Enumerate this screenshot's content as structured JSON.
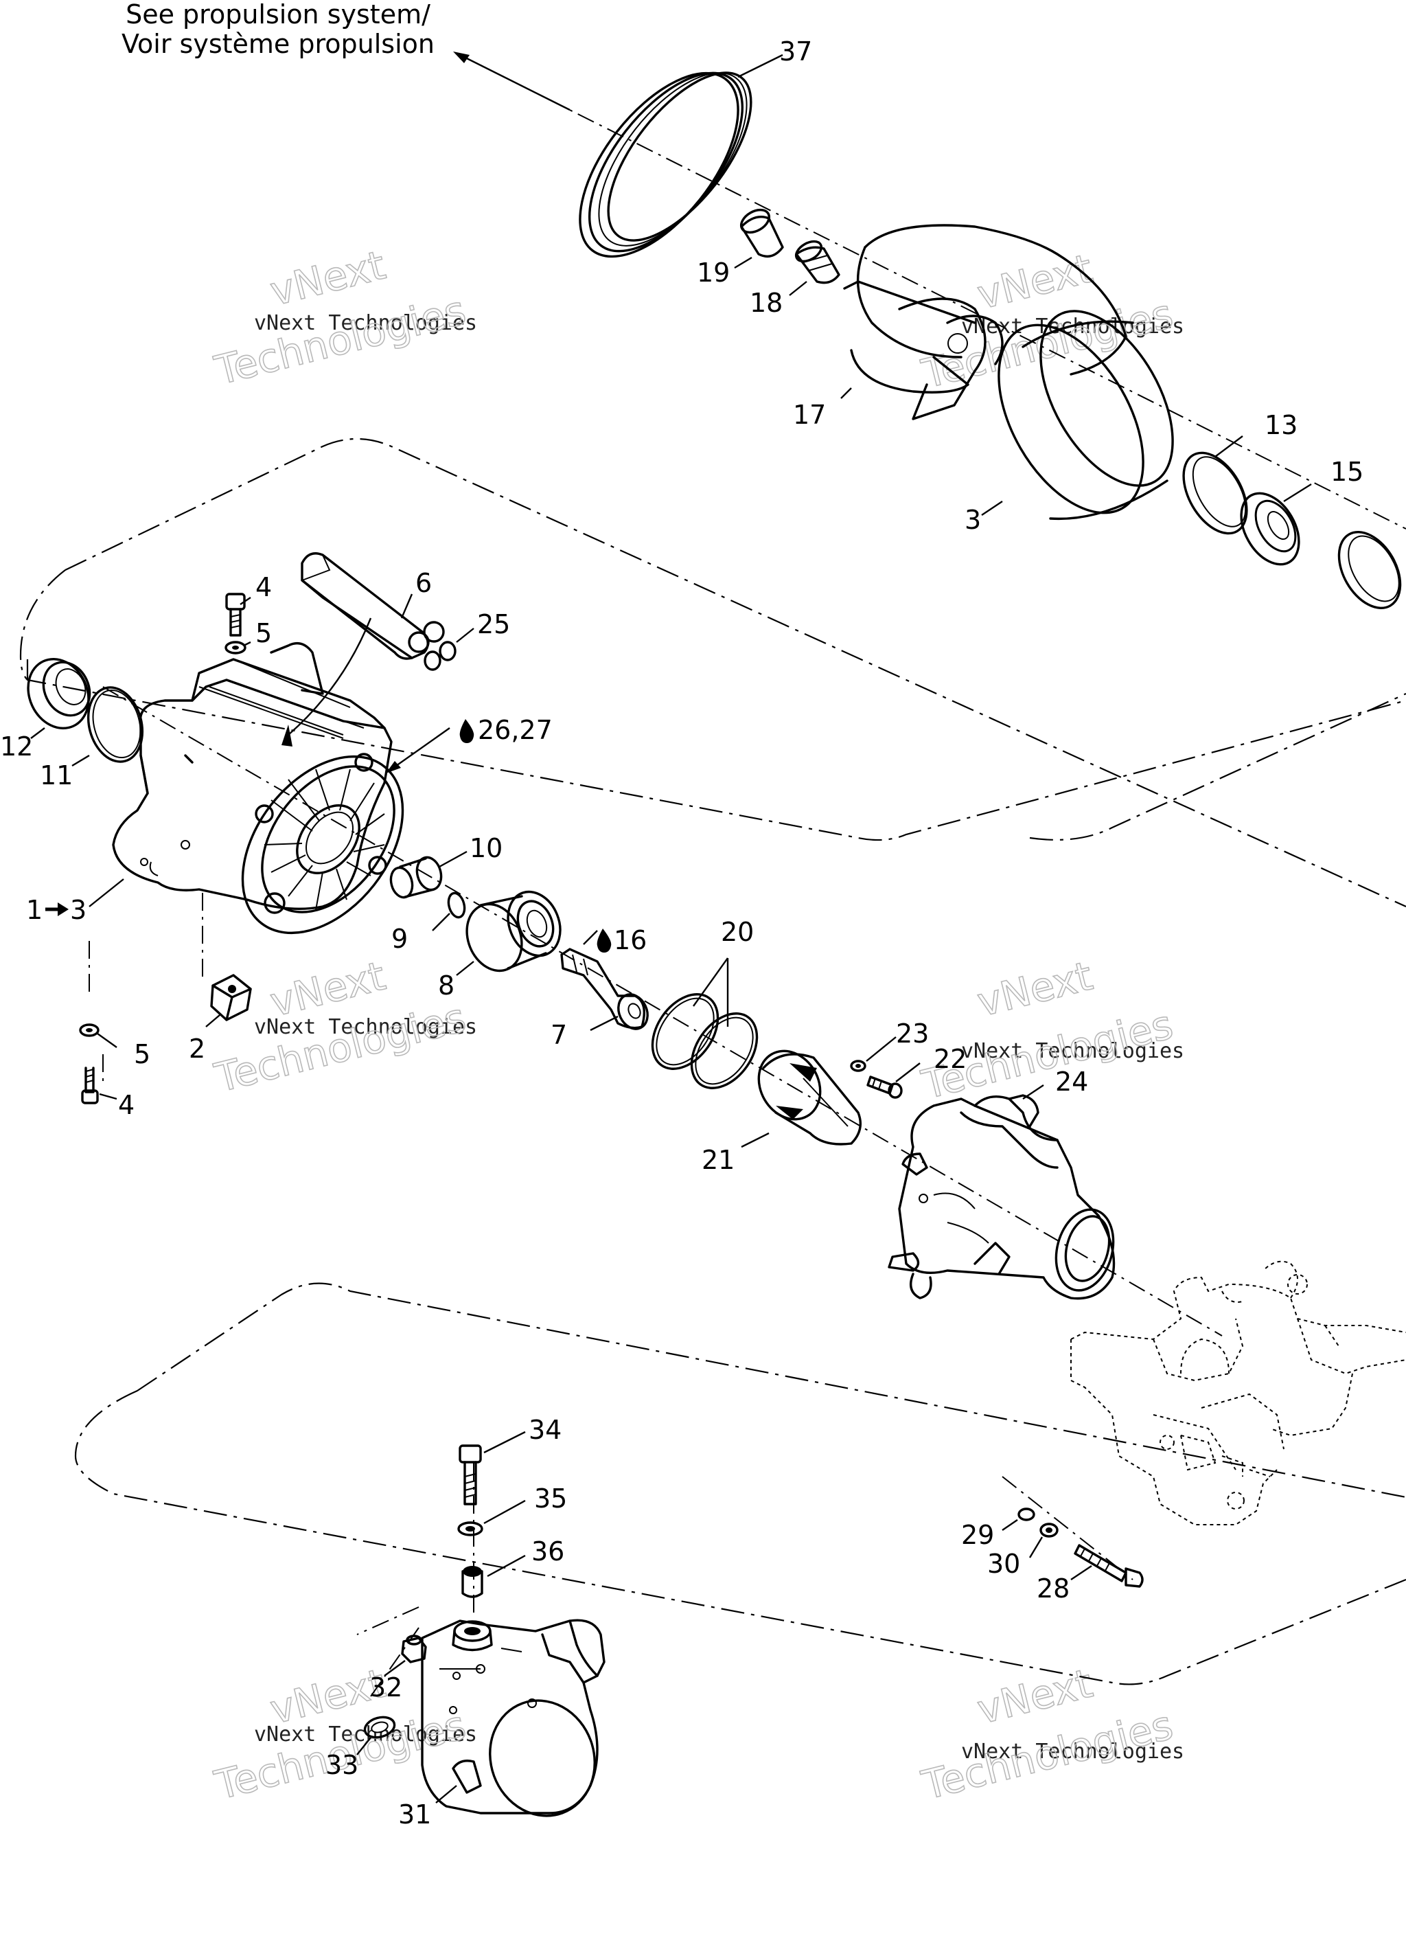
{
  "note": {
    "line1": "See propulsion system/",
    "line2": "Voir système propulsion"
  },
  "labels": {
    "p37": "37",
    "p19": "19",
    "p18": "18",
    "p17": "17",
    "p3a": "3",
    "p13": "13",
    "p15": "15",
    "p6": "6",
    "p4a": "4",
    "p5a": "5",
    "p25": "25",
    "p12": "12",
    "p11": "11",
    "p26": "26,27",
    "p10": "10",
    "p1": "1",
    "p1b": "3",
    "p9": "9",
    "p16": "16",
    "p20": "20",
    "p8": "8",
    "p2": "2",
    "p5b": "5",
    "p4b": "4",
    "p7": "7",
    "p23": "23",
    "p22": "22",
    "p24": "24",
    "p21": "21",
    "p34": "34",
    "p35": "35",
    "p36": "36",
    "p29": "29",
    "p30": "30",
    "p28": "28",
    "p32": "32",
    "p33": "33",
    "p31": "31"
  },
  "watermark": {
    "line1": "vNext Technologies",
    "line2": "vNext",
    "line3": "Technologies"
  },
  "icons": {
    "arrow": "right-arrow-icon",
    "drop": "oil-drop-icon"
  }
}
